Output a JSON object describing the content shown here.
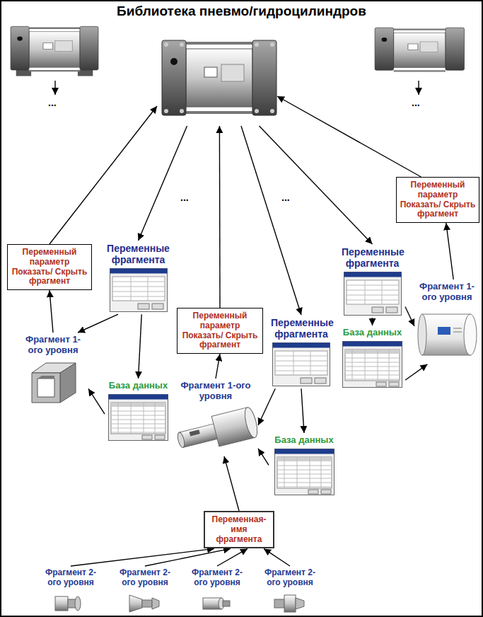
{
  "diagram": {
    "title": "Библиотека пневмо/гидроцилиндров",
    "nodes": [
      {
        "text": []
      },
      {
        "text": [
          "Переменный параметр Показать/ Скрыть фрагмент"
        ]
      },
      {
        "text": [
          "Переменные фрагмента"
        ]
      },
      {
        "text": [
          "Переменный параметр Показать/ Скрыть фрагмент"
        ]
      },
      {
        "text": [
          "Переменные фрагмента"
        ]
      },
      {
        "text": [
          "Переменные фрагмента"
        ]
      },
      {
        "text": [
          "Переменный параметр Показать/ Скрыть фрагмент"
        ]
      },
      {
        "text": [
          "Фрагмент 1-ого уровня"
        ]
      },
      {
        "text": [
          "Фрагмент 1-ого уровня"
        ]
      },
      {
        "text": [
          "Фрагмент 1-ого уровня"
        ]
      },
      {
        "text": [
          "База данных"
        ]
      },
      {
        "text": [
          "База данных"
        ]
      },
      {
        "text": [
          "База данных"
        ]
      },
      {
        "text": [
          "Переменная-имя фрагмента"
        ]
      },
      {
        "text": [
          "Фрагмент 2-ого уровня"
        ]
      },
      {
        "text": [
          "Фрагмент 2-ого уровня"
        ]
      },
      {
        "text": [
          "Фрагмент 2-ого уровня"
        ]
      },
      {
        "text": [
          "Фрагмент 2-ого уровня"
        ]
      }
    ],
    "edges": [
      {
        "from": 7,
        "to": 1,
        "arrow": "to"
      },
      {
        "from": 1,
        "to": 0,
        "arrow": "to"
      },
      {
        "from": 0,
        "to": 2,
        "arrow": "to"
      },
      {
        "from": 2,
        "to": 7,
        "arrow": "to"
      },
      {
        "from": 2,
        "to": 10,
        "arrow": "to"
      },
      {
        "from": 10,
        "to": 7,
        "arrow": "to"
      },
      {
        "from": 8,
        "to": 3,
        "arrow": "to"
      },
      {
        "from": 3,
        "to": 0,
        "arrow": "to"
      },
      {
        "from": 0,
        "to": 4,
        "arrow": "to"
      },
      {
        "from": 4,
        "to": 8,
        "arrow": "to"
      },
      {
        "from": 4,
        "to": 12,
        "arrow": "to"
      },
      {
        "from": 12,
        "to": 8,
        "arrow": "to"
      },
      {
        "from": 13,
        "to": 8,
        "arrow": "to"
      },
      {
        "from": 0,
        "to": 5,
        "arrow": "to"
      },
      {
        "from": 5,
        "to": 11,
        "arrow": "to"
      },
      {
        "from": 5,
        "to": 9,
        "arrow": "to"
      },
      {
        "from": 11,
        "to": 9,
        "arrow": "to"
      },
      {
        "from": 9,
        "to": 6,
        "arrow": "to"
      },
      {
        "from": 6,
        "to": 0,
        "arrow": "to"
      },
      {
        "from": 14,
        "to": 13,
        "arrow": "to"
      },
      {
        "from": 15,
        "to": 13,
        "arrow": "to"
      },
      {
        "from": 16,
        "to": 13,
        "arrow": "to"
      },
      {
        "from": 17,
        "to": 13,
        "arrow": "to"
      }
    ],
    "labels": [
      "...",
      "...",
      "...",
      "..."
    ]
  }
}
